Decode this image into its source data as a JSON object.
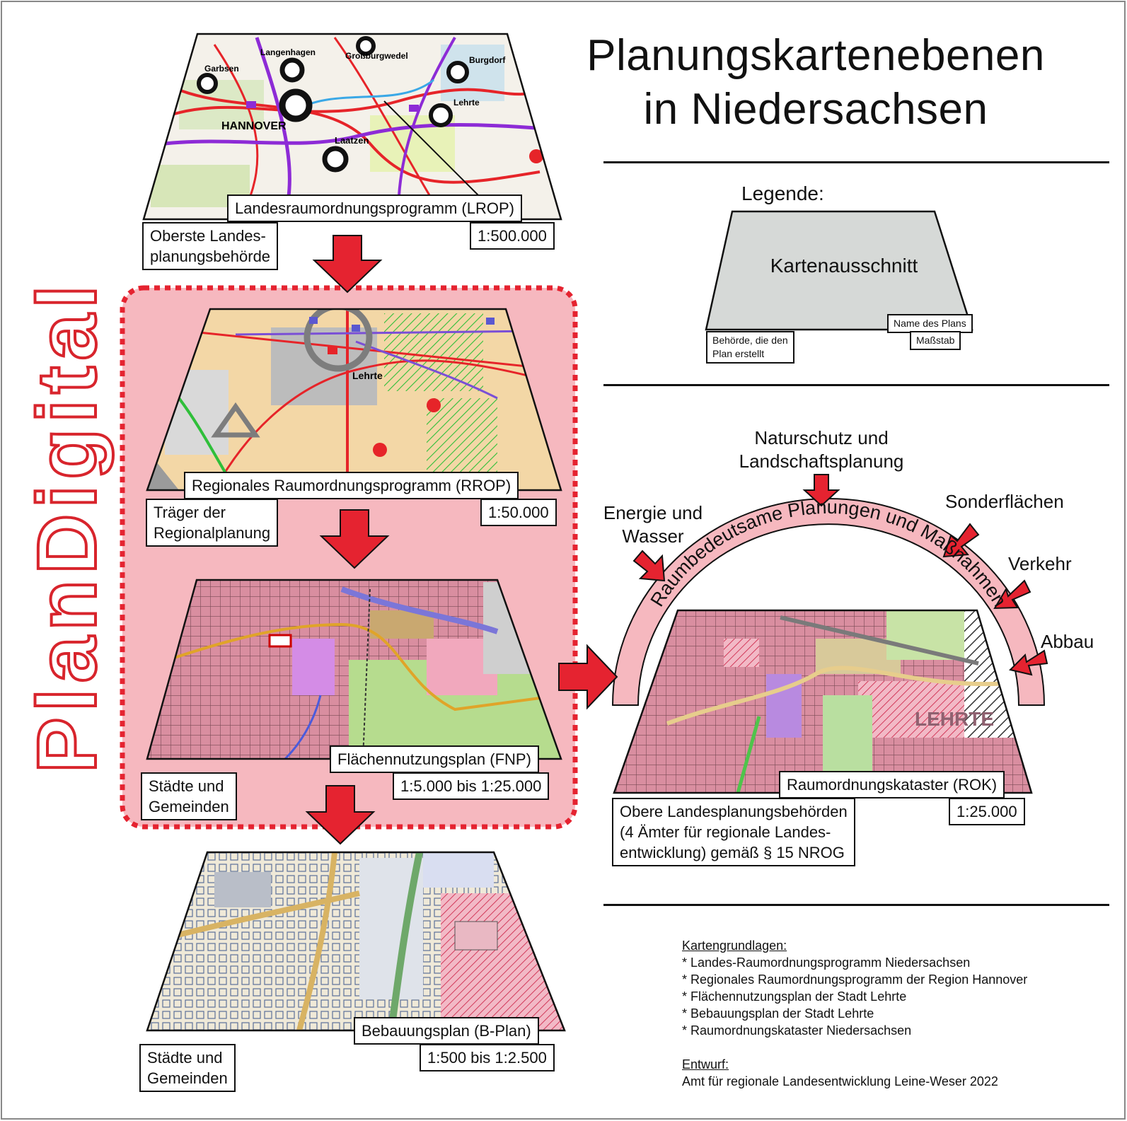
{
  "title": {
    "line1": "Planungskartenebenen",
    "line2": "in Niedersachsen"
  },
  "sidebar_title": "PlanDigital",
  "levels": [
    {
      "plan": "Landesraumordnungsprogramm (LROP)",
      "scale": "1:500.000",
      "authority": [
        "Oberste Landes-",
        "planungsbehörde"
      ],
      "map_labels": [
        "Langenhagen",
        "Großburgwedel",
        "Burgdorf",
        "Garbsen",
        "HANNOVER",
        "Lehrte",
        "Laatzen"
      ]
    },
    {
      "plan": "Regionales Raumordnungsprogramm (RROP)",
      "scale": "1:50.000",
      "authority": [
        "Träger der",
        "Regionalplanung"
      ],
      "map_labels": [
        "Lehrte"
      ]
    },
    {
      "plan": "Flächennutzungsplan (FNP)",
      "scale": "1:5.000 bis 1:25.000",
      "authority": [
        "Städte und",
        "Gemeinden"
      ]
    },
    {
      "plan": "Bebauungsplan (B-Plan)",
      "scale": "1:500 bis 1:2.500",
      "authority": [
        "Städte und",
        "Gemeinden"
      ]
    }
  ],
  "legend": {
    "heading": "Legende:",
    "shape_label": "Kartenausschnitt",
    "plan_name": "Name des Plans",
    "scale": "Maßstab",
    "authority": [
      "Behörde, die den",
      "Plan erstellt"
    ]
  },
  "rok": {
    "arc_text": "Raumbedeutsame Planungen und Maßnahmen",
    "inputs": {
      "natur": [
        "Naturschutz und",
        "Landschaftsplanung"
      ],
      "energie": [
        "Energie und",
        "Wasser"
      ],
      "sonder": "Sonderflächen",
      "verkehr": "Verkehr",
      "abbau": "Abbau"
    },
    "map_label": "LEHRTE",
    "plan": "Raumordnungskataster (ROK)",
    "scale": "1:25.000",
    "authority": [
      "Obere Landesplanungsbehörden",
      "(4 Ämter für regionale Landes-",
      "entwicklung) gemäß § 15 NROG"
    ]
  },
  "sources": {
    "heading": "Kartengrundlagen:",
    "items": [
      "* Landes-Raumordnungsprogramm Niedersachsen",
      "* Regionales Raumordnungsprogramm der Region Hannover",
      "* Flächennutzungsplan der Stadt Lehrte",
      "* Bebauungsplan der Stadt Lehrte",
      "* Raumordnungskataster Niedersachsen"
    ],
    "draft_heading": "Entwurf:",
    "draft": "Amt für regionale Landesentwicklung Leine-Weser 2022"
  },
  "colors": {
    "arrow_red": "#e52330",
    "plandigital_red": "#d8242c",
    "highlight_pink": "#f6b8bf",
    "legend_gray": "#d6d9d7",
    "fnp_pink": "#d98ea0",
    "fnp_green": "#b6dc8e",
    "rrop_tan": "#f3d7a6"
  }
}
